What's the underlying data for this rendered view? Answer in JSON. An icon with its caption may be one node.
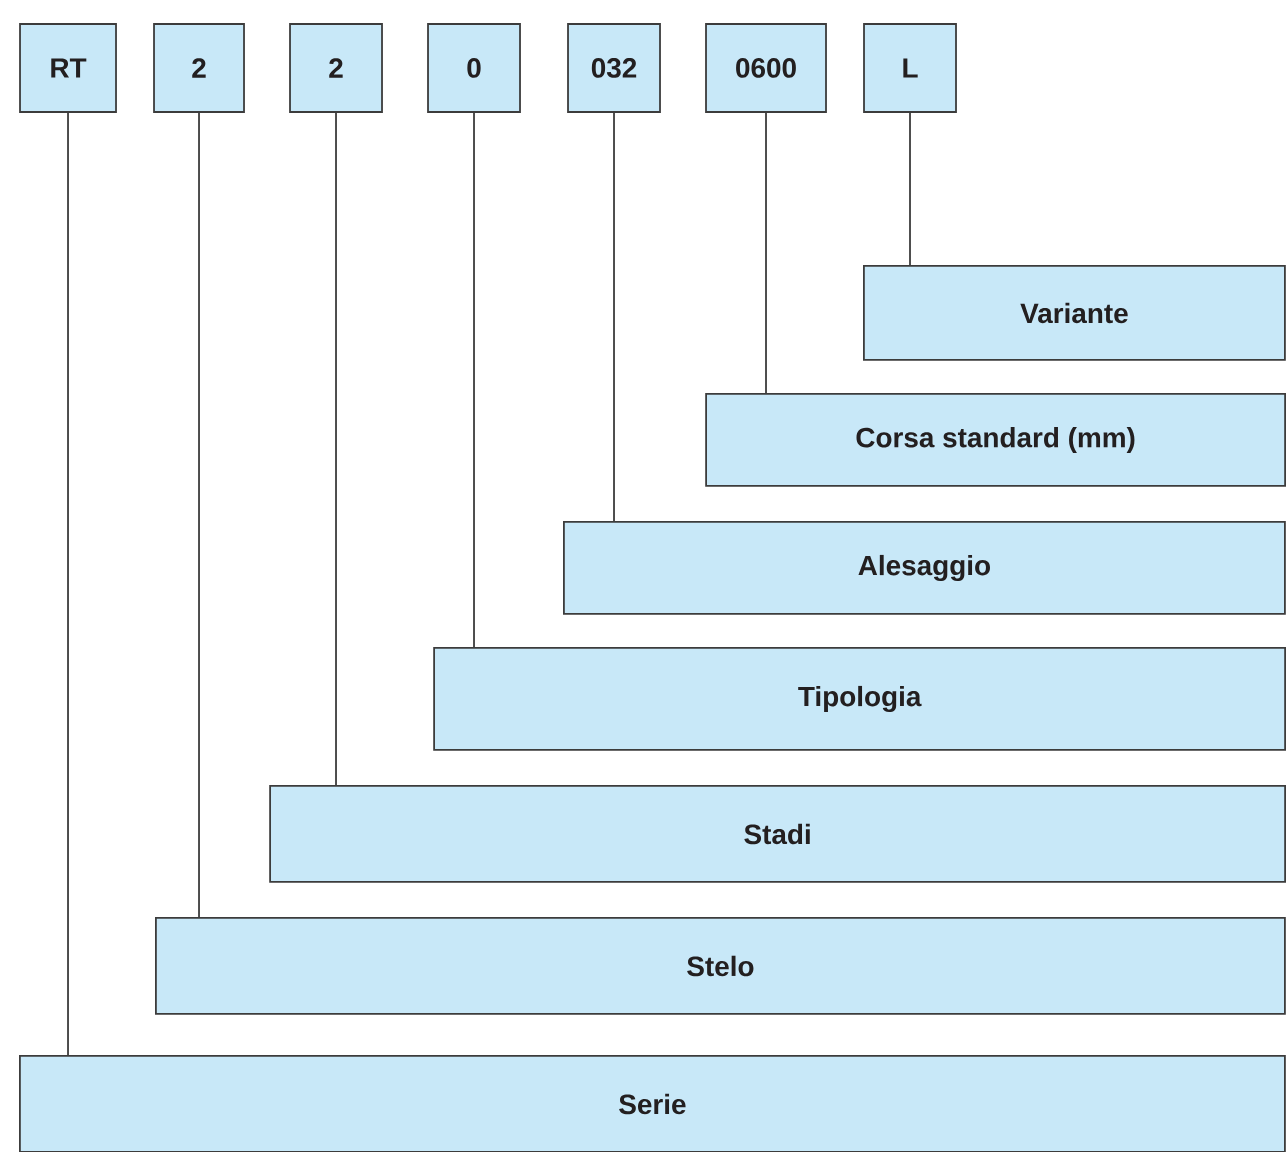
{
  "diagram": {
    "nodes": [
      {
        "text": [
          "RT"
        ]
      },
      {
        "text": [
          "2"
        ]
      },
      {
        "text": [
          "2"
        ]
      },
      {
        "text": [
          "0"
        ]
      },
      {
        "text": [
          "032"
        ]
      },
      {
        "text": [
          "0600"
        ]
      },
      {
        "text": [
          "L"
        ]
      },
      {
        "text": [
          "Variante"
        ]
      },
      {
        "text": [
          "Corsa standard (mm)"
        ]
      },
      {
        "text": [
          "Alesaggio"
        ]
      },
      {
        "text": [
          "Tipologia"
        ]
      },
      {
        "text": [
          "Stadi"
        ]
      },
      {
        "text": [
          "Stelo"
        ]
      },
      {
        "text": [
          "Serie"
        ]
      }
    ],
    "edges": [
      {
        "from": 0,
        "to": 13,
        "arrow": "none"
      },
      {
        "from": 1,
        "to": 12,
        "arrow": "none"
      },
      {
        "from": 2,
        "to": 11,
        "arrow": "none"
      },
      {
        "from": 3,
        "to": 10,
        "arrow": "none"
      },
      {
        "from": 4,
        "to": 9,
        "arrow": "none"
      },
      {
        "from": 5,
        "to": 8,
        "arrow": "none"
      },
      {
        "from": 6,
        "to": 7,
        "arrow": "none"
      }
    ]
  }
}
